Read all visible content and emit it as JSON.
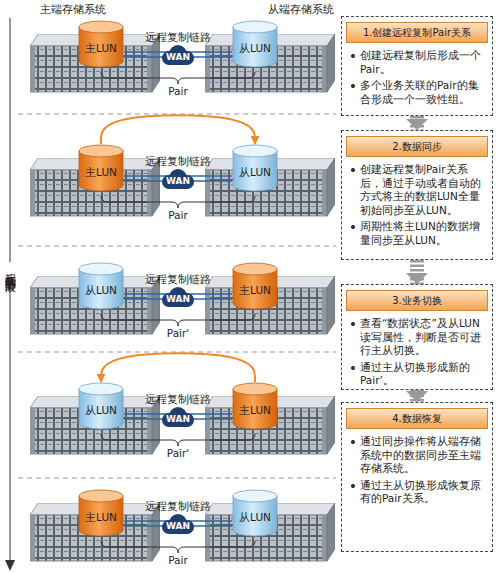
{
  "diagram": {
    "nodes": [
      {
        "text": [
          "主LUN"
        ]
      },
      {
        "text": [
          "WAN"
        ]
      },
      {
        "text": [
          "从LUN"
        ]
      },
      {
        "text": [
          "1.创建远程复制Pair关系",
          "创建远程复制后形成一个Pair。",
          "多个业务关联的Pair的集合形成一个一致性组。"
        ]
      },
      {
        "text": [
          "主LUN"
        ]
      },
      {
        "text": [
          "WAN"
        ]
      },
      {
        "text": [
          "从LUN"
        ]
      },
      {
        "text": [
          "2.数据同步",
          "创建远程复制Pair关系后，通过手动或者自动的方式将主的数据LUN全量初始同步至从LUN。",
          "周期性将主LUN的数据增量同步至从LUN。"
        ]
      },
      {
        "text": [
          "从LUN"
        ]
      },
      {
        "text": [
          "WAN"
        ]
      },
      {
        "text": [
          "主LUN"
        ]
      },
      {
        "text": [
          "3.业务切换",
          "查看“数据状态”及从LUN读写属性，判断是否可进行主从切换。",
          "通过主从切换形成新的Pair’。"
        ]
      },
      {
        "text": [
          "从LUN"
        ]
      },
      {
        "text": [
          "WAN"
        ]
      },
      {
        "text": [
          "主LUN"
        ]
      },
      {
        "text": [
          "4.数据恢复",
          "通过同步操作将从端存储系统中的数据同步至主端存储系统。",
          "通过主从切换形成恢复原有的Pair关系。"
        ]
      },
      {
        "text": [
          "主LUN"
        ]
      },
      {
        "text": [
          "WAN"
        ]
      },
      {
        "text": [
          "从LUN"
        ]
      }
    ],
    "edges": [
      {
        "from": 4,
        "to": 6,
        "arrow": "to"
      },
      {
        "from": 3,
        "to": 7,
        "arrow": "to"
      },
      {
        "from": 7,
        "to": 11,
        "arrow": "to"
      },
      {
        "from": 11,
        "to": 15,
        "arrow": "to"
      },
      {
        "from": 14,
        "to": 12,
        "arrow": "to"
      }
    ],
    "labels": [
      "主端存储系统",
      "从端存储系统",
      "远程复制的各个阶段",
      "远程复制链路",
      "Pair",
      "远程复制链路",
      "Pair",
      "远程复制链路",
      "Pair'",
      "远程复制链路",
      "Pair'",
      "远程复制链路",
      "Pair"
    ]
  }
}
